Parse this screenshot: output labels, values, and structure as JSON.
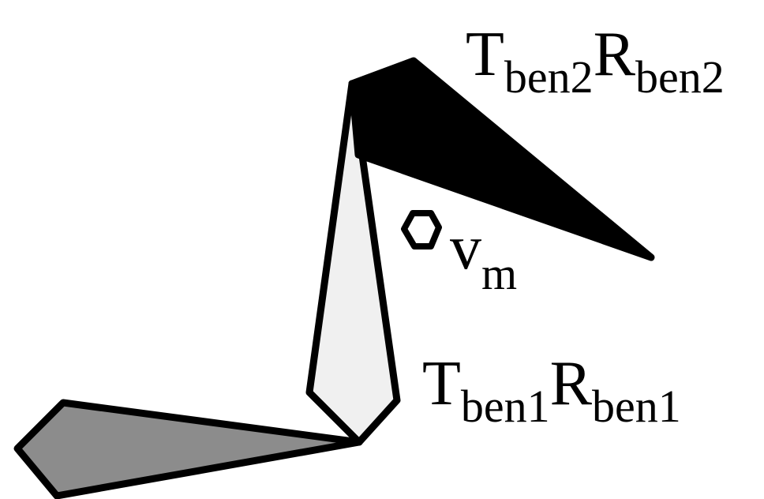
{
  "labels": {
    "top": {
      "t": "T",
      "t_sub": "ben2",
      "r": "R",
      "r_sub": "ben2"
    },
    "mid": {
      "v": "v",
      "v_sub": "m"
    },
    "bottom": {
      "t": "T",
      "t_sub": "ben1",
      "r": "R",
      "r_sub": "ben1"
    }
  },
  "colors": {
    "outline": "#000000",
    "segment_top": "#000000",
    "segment_middle": "#f0f0f0",
    "segment_bottom": "#8c8c8c",
    "marker_fill": "#ffffff"
  }
}
